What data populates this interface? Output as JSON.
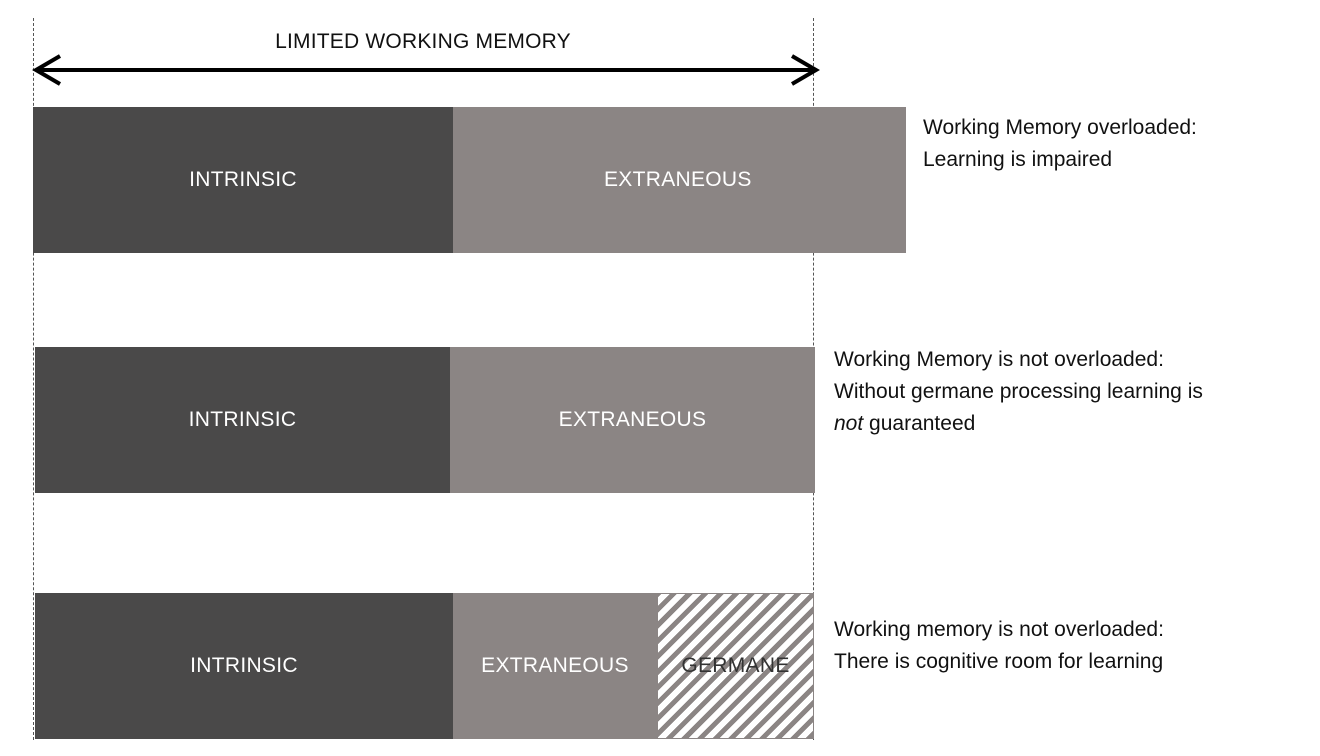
{
  "memory": {
    "label": "LIMITED WORKING MEMORY"
  },
  "rows": [
    {
      "intrinsic_label": "INTRINSIC",
      "extraneous_label": "EXTRANEOUS",
      "caption_line1": "Working Memory overloaded:",
      "caption_line2": "Learning is impaired"
    },
    {
      "intrinsic_label": "INTRINSIC",
      "extraneous_label": "EXTRANEOUS",
      "caption_line1": "Working Memory is not overloaded:",
      "caption_line2": "Without germane processing learning is",
      "caption_line3_italic": "not",
      "caption_line3_rest": " guaranteed"
    },
    {
      "intrinsic_label": "INTRINSIC",
      "extraneous_label": "EXTRANEOUS",
      "germane_label": "GERMANE",
      "caption_line1": "Working memory is not overloaded:",
      "caption_line2": "There is cognitive room for learning"
    }
  ],
  "colors": {
    "intrinsic": "#4a4949",
    "extraneous": "#8b8584",
    "germane_hatch": "#8b8584"
  }
}
